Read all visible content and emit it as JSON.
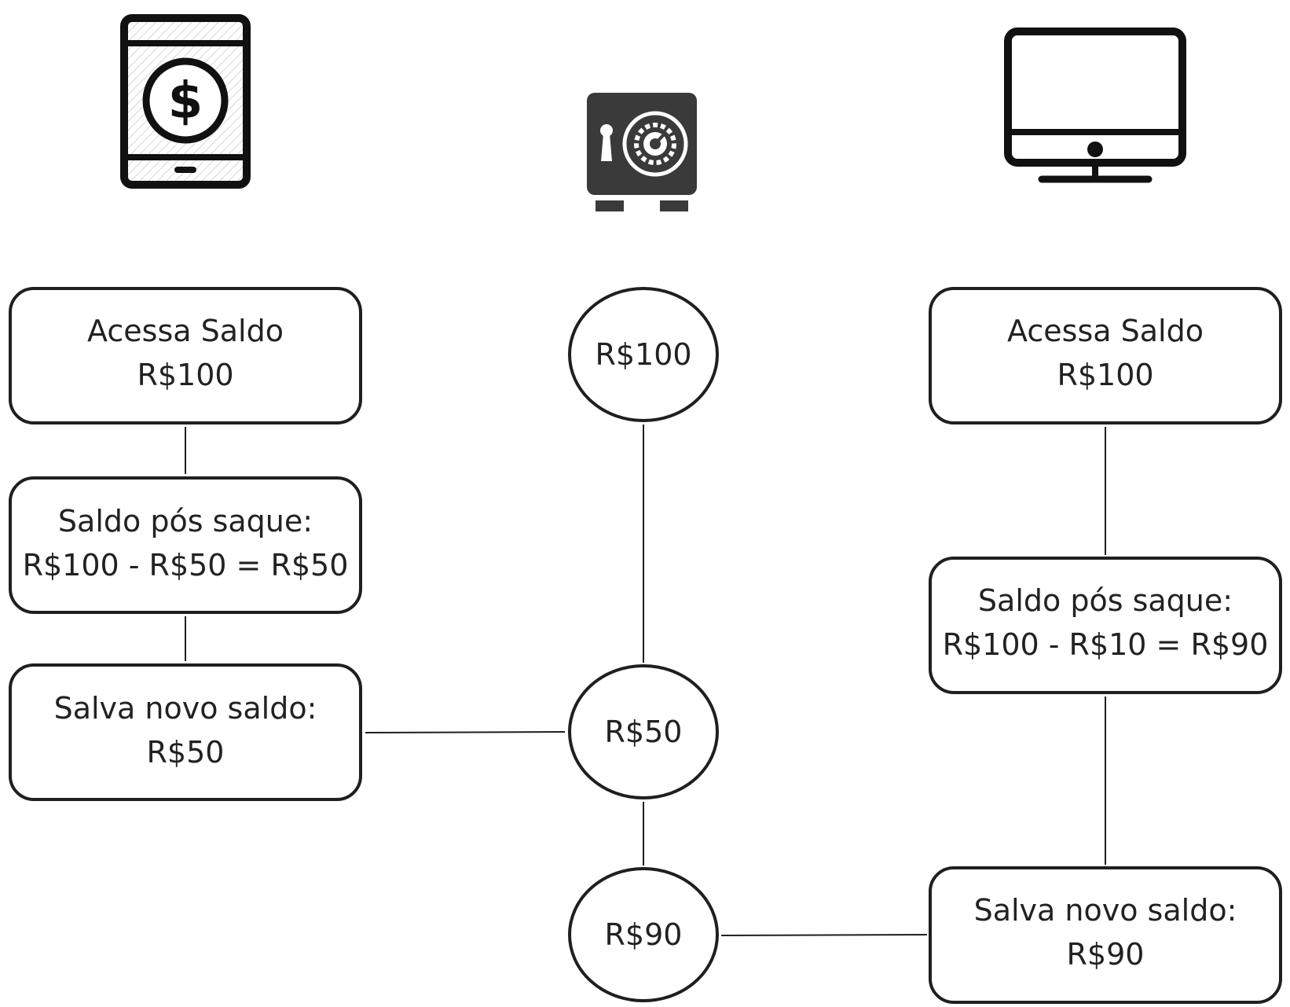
{
  "colors": {
    "stroke": "#1f1f1f",
    "text": "#222222",
    "safe_fill": "#3a3a3a",
    "background": "#ffffff"
  },
  "icons": {
    "left": "mobile-payment-icon",
    "center": "safe-icon",
    "right": "desktop-monitor-icon"
  },
  "left_column": {
    "box1": {
      "line1": "Acessa Saldo",
      "line2": "R$100"
    },
    "box2": {
      "line1": "Saldo pós saque:",
      "line2": "R$100 - R$50 = R$50"
    },
    "box3": {
      "line1": "Salva novo saldo:",
      "line2": "R$50"
    }
  },
  "center_column": {
    "circle1": "R$100",
    "circle2": "R$50",
    "circle3": "R$90"
  },
  "right_column": {
    "box1": {
      "line1": "Acessa Saldo",
      "line2": "R$100"
    },
    "box2": {
      "line1": "Saldo pós saque:",
      "line2": "R$100 - R$10 = R$90"
    },
    "box3": {
      "line1": "Salva novo saldo:",
      "line2": "R$90"
    }
  }
}
